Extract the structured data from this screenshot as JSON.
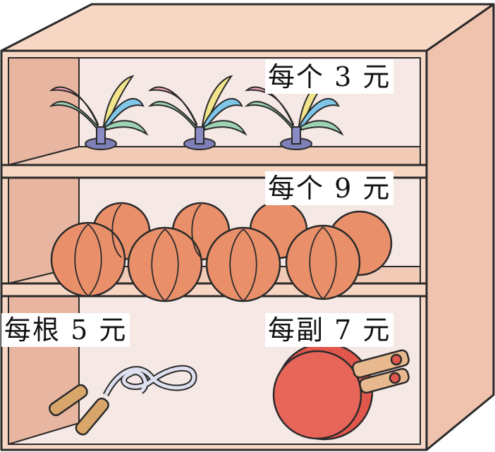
{
  "prices": {
    "shuttlecock": "每个 3 元",
    "basketball": "每个 9 元",
    "jump_rope": "每根 5 元",
    "paddle_set": "每副 7 元"
  },
  "items": {
    "top_shelf": "shuttlecock-icon",
    "middle_shelf": "basketball-icon",
    "bottom_left": "jump-rope-icon",
    "bottom_right": "ping-pong-paddle-icon"
  },
  "colors": {
    "cabinet": "#f7d6c4",
    "cabinet_dark": "#e8b6a0",
    "outline": "#2a2a2a",
    "ball": "#e9906a",
    "paddle": "#e2574c"
  }
}
